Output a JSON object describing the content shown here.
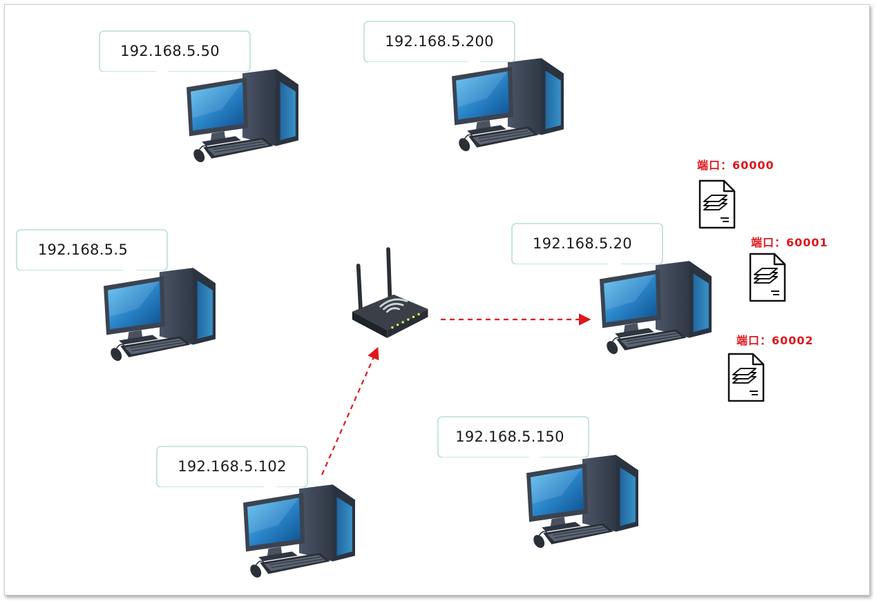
{
  "nodes": [
    {
      "label": "192.168.5.50"
    },
    {
      "label": "192.168.5.200"
    },
    {
      "label": "192.168.5.5"
    },
    {
      "label": "192.168.5.20"
    },
    {
      "label": "192.168.5.102"
    },
    {
      "label": "192.168.5.150"
    }
  ],
  "ports": [
    {
      "label": "端口：60000"
    },
    {
      "label": "端口：60001"
    },
    {
      "label": "端口：60002"
    }
  ],
  "colors": {
    "arrow": "#e0161b",
    "bubble_border": "#b9dcdc",
    "port_text": "#e0161b"
  },
  "icons": [
    "computer-icon",
    "router-icon",
    "document-stack-icon"
  ]
}
